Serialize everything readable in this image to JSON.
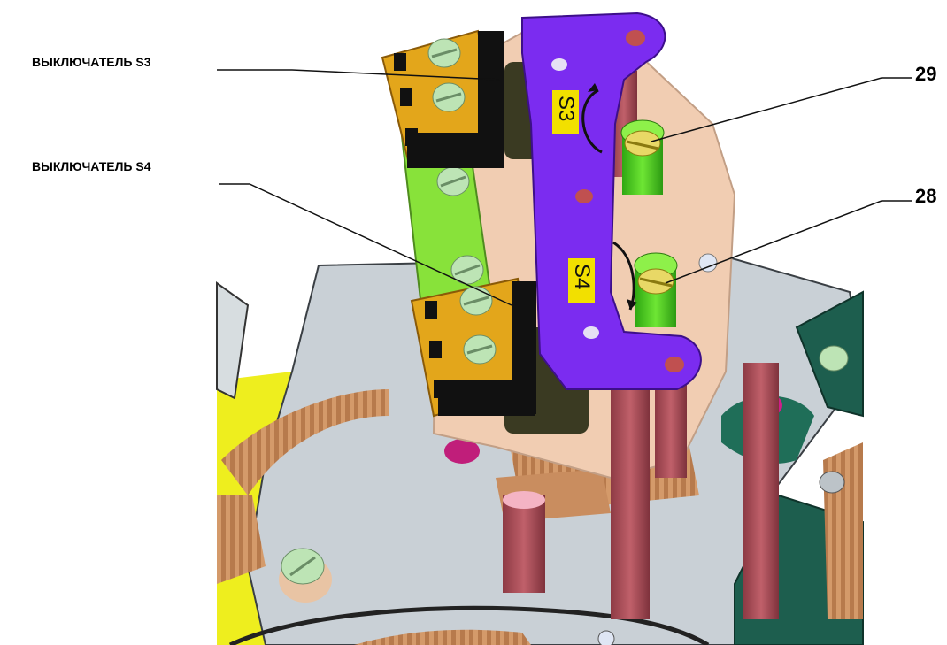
{
  "labels": {
    "switch_s3": "ВЫКЛЮЧАТЕЛЬ S3",
    "switch_s4": "ВЫКЛЮЧАТЕЛЬ S4",
    "ref_29": "29",
    "ref_28": "28"
  },
  "plate_marks": {
    "s3": "S3",
    "s4": "S4"
  },
  "colors": {
    "purple_lever": "#7b2cf0",
    "plate_peach": "#f1cdb2",
    "base_gray": "#c9d0d6",
    "yellow_disk": "#f2f21a",
    "switch_orange": "#e3a61b",
    "green_board": "#88e23a",
    "green_screw": "#54d41e",
    "teal_board": "#1d5e4e",
    "rod_red": "#b0505a",
    "gear_tan": "#d49a6a"
  }
}
